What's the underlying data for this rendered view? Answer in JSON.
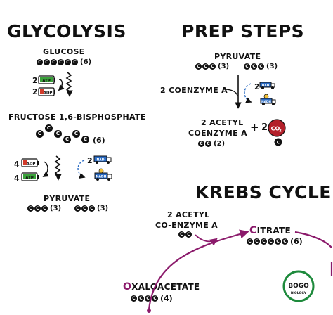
{
  "glycolysis": {
    "title": "GLYCOLYSIS",
    "glucose": "GLUCOSE",
    "glucose_count": "(6)",
    "atp_in_num": "2",
    "atp": "ATP",
    "adp_out_num": "2",
    "adp": "ADP",
    "f16bp": "FRUCTOSE 1,6-BISPHOSPHATE",
    "f16bp_count": "(6)",
    "adp_in_num": "4",
    "atp_out_num": "4",
    "two_label": "2",
    "nad": "NAD",
    "nadh": "NADH",
    "pyruvate": "PYRUVATE",
    "pyr1_count": "(3)",
    "pyr2_count": "(3)"
  },
  "prep": {
    "title": "PREP STEPS",
    "pyruvate": "PYRUVATE",
    "pyr1_count": "(3)",
    "pyr2_count": "(3)",
    "coenzyme": "2 COENZYME A",
    "two_label": "2",
    "acetyl_line1": "2 ACETYL",
    "acetyl_line2": "COENZYME A",
    "acetyl_count": "(2)",
    "plus": "+",
    "co2_coef": "2",
    "co2": "CO",
    "co2_sub": "2"
  },
  "krebs": {
    "title": "KREBS CYCLE",
    "acetyl_line1": "2 ACETYL",
    "acetyl_line2": "CO-ENZYME A",
    "citrate_first": "C",
    "citrate_rest": "ITRATE",
    "citrate_count": "(6)",
    "oxalo_first": "O",
    "oxalo_rest": "XALOACETATE",
    "oxalo_count": "(4)"
  },
  "logo": {
    "line1": "BOGO",
    "line2": "BIOLOGY"
  },
  "colors": {
    "ink": "#111111",
    "purple": "#8b1a6b",
    "co2_red": "#b3202a",
    "battery_green": "#3aa23a",
    "battery_red": "#d23b2b",
    "truck_blue": "#2b6cc4",
    "logo_green": "#1e8a3c"
  }
}
